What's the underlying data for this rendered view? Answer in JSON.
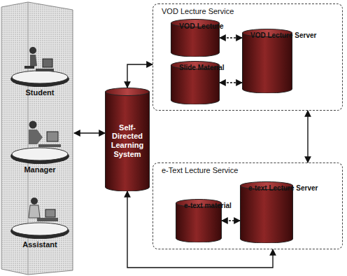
{
  "diagram": {
    "nodes": [
      {
        "text": [
          "Student"
        ]
      },
      {
        "text": [
          "Manager"
        ]
      },
      {
        "text": [
          "Assistant"
        ]
      },
      {
        "text": [
          "Self-Directed Learning System"
        ]
      },
      {
        "text": [
          "VOD Lecture Service"
        ]
      },
      {
        "text": [
          "VOD Lecture"
        ],
        "in": 4
      },
      {
        "text": [
          "Slide Material"
        ],
        "in": 4
      },
      {
        "text": [
          "VOD Lecture Server"
        ],
        "in": 4
      },
      {
        "text": [
          "e-Text Lecture Service"
        ]
      },
      {
        "text": [
          "e-text material"
        ],
        "in": 8
      },
      {
        "text": [
          "e-text Lecture Server"
        ],
        "in": 8
      }
    ],
    "edges": [
      {
        "from": 1,
        "to": 3,
        "arrow": "both"
      },
      {
        "from": 3,
        "to": 4,
        "arrow": "both"
      },
      {
        "from": 5,
        "to": 7,
        "arrow": "both"
      },
      {
        "from": 6,
        "to": 7,
        "arrow": "both"
      },
      {
        "from": 4,
        "to": 8,
        "arrow": "both"
      },
      {
        "from": 9,
        "to": 10,
        "arrow": "both"
      },
      {
        "from": 3,
        "to": 8,
        "arrow": "both"
      }
    ]
  }
}
